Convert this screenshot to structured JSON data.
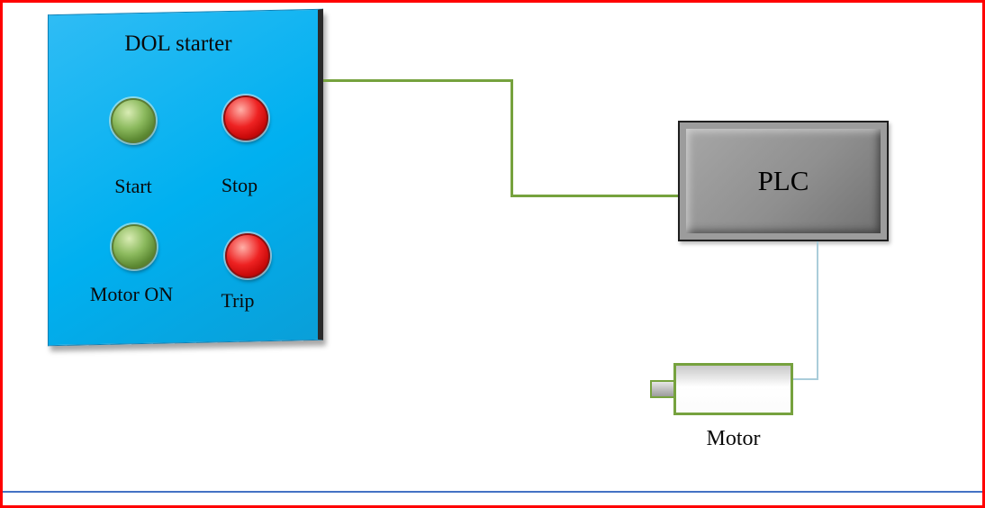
{
  "panel": {
    "title": "DOL starter",
    "buttons": [
      {
        "id": "start",
        "label": "Start",
        "color": "green"
      },
      {
        "id": "stop",
        "label": "Stop",
        "color": "red"
      },
      {
        "id": "motor-on",
        "label": "Motor ON",
        "color": "green"
      },
      {
        "id": "trip",
        "label": "Trip",
        "color": "red"
      }
    ]
  },
  "plc": {
    "label": "PLC"
  },
  "motor": {
    "label": "Motor"
  },
  "colors": {
    "frame_red": "#ff0000",
    "panel_fill": "#00b0f0",
    "wire_green": "#76a23e",
    "wire_blue": "#aacdda",
    "plc_fill": "#8f8f8f",
    "button_green": "#5d8a33",
    "button_red": "#cc0b0b",
    "accent_blue": "#4472c4"
  }
}
